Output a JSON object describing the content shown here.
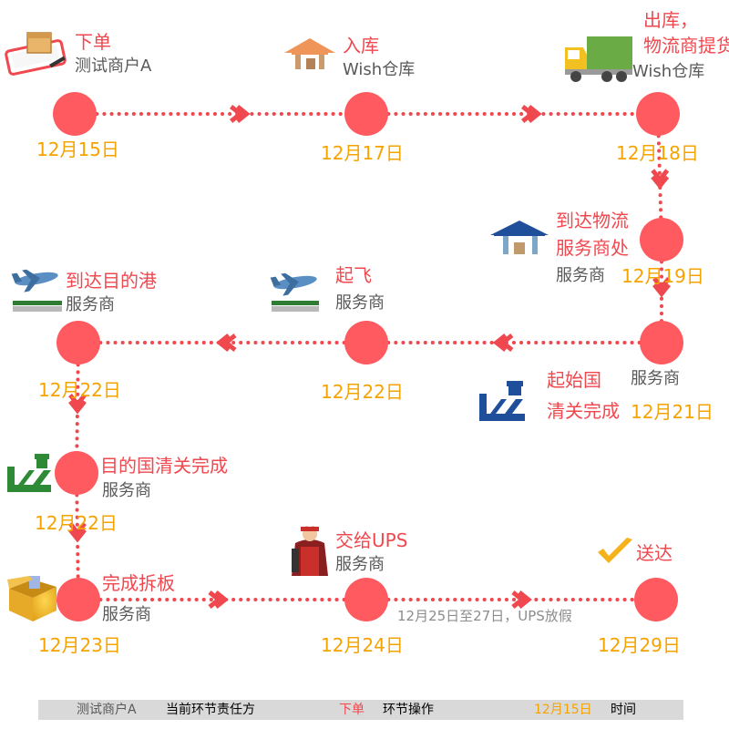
{
  "colors": {
    "node": "#ff5a5f",
    "line": "#f0484f",
    "label": "#f0484f",
    "sub": "#595959",
    "date": "#f5a300",
    "note": "#8c8c8c"
  },
  "chart_data": {
    "type": "timeline",
    "steps": [
      {
        "id": "s1",
        "action": [
          "下单"
        ],
        "party": "测试商户A",
        "date": "12月15日",
        "icon": "order-clipboard-icon"
      },
      {
        "id": "s2",
        "action": [
          "入库"
        ],
        "party": "Wish仓库",
        "date": "12月17日",
        "icon": "warehouse-icon"
      },
      {
        "id": "s3",
        "action": [
          "出库，",
          "物流商提货"
        ],
        "party": "Wish仓库",
        "date": "12月18日",
        "icon": "truck-icon"
      },
      {
        "id": "s4",
        "action": [
          "到达物流",
          "服务商处"
        ],
        "party": "服务商",
        "date": "12月19日",
        "icon": "warehouse-blue-icon"
      },
      {
        "id": "s5",
        "action": [
          "起始国",
          "清关完成"
        ],
        "party": "服务商",
        "date": "12月21日",
        "icon": "customs-officer-blue-icon"
      },
      {
        "id": "s6",
        "action": [
          "起飞"
        ],
        "party": "服务商",
        "date": "12月22日",
        "icon": "airplane-runway-icon"
      },
      {
        "id": "s7",
        "action": [
          "到达目的港"
        ],
        "party": "服务商",
        "date": "12月22日",
        "icon": "airplane-runway-icon"
      },
      {
        "id": "s8",
        "action": [
          "目的国清关完成"
        ],
        "party": "服务商",
        "date": "12月22日",
        "icon": "customs-officer-green-icon"
      },
      {
        "id": "s9",
        "action": [
          "完成拆板"
        ],
        "party": "服务商",
        "date": "12月23日",
        "icon": "open-box-icon"
      },
      {
        "id": "s10",
        "action": [
          "交给UPS"
        ],
        "party": "服务商",
        "date": "12月24日",
        "icon": "courier-icon"
      },
      {
        "id": "s11",
        "action": [
          "送达"
        ],
        "party": "",
        "date": "12月29日",
        "icon": "checkmark-icon"
      }
    ],
    "annotations": [
      {
        "text": "12月25日至27日，UPS放假",
        "between": [
          "s10",
          "s11"
        ]
      }
    ]
  },
  "legend": {
    "party_example": "测试商户A",
    "party_desc": "当前环节责任方",
    "action_example": "下单",
    "action_desc": "环节操作",
    "date_example": "12月15日",
    "date_desc": "时间"
  }
}
